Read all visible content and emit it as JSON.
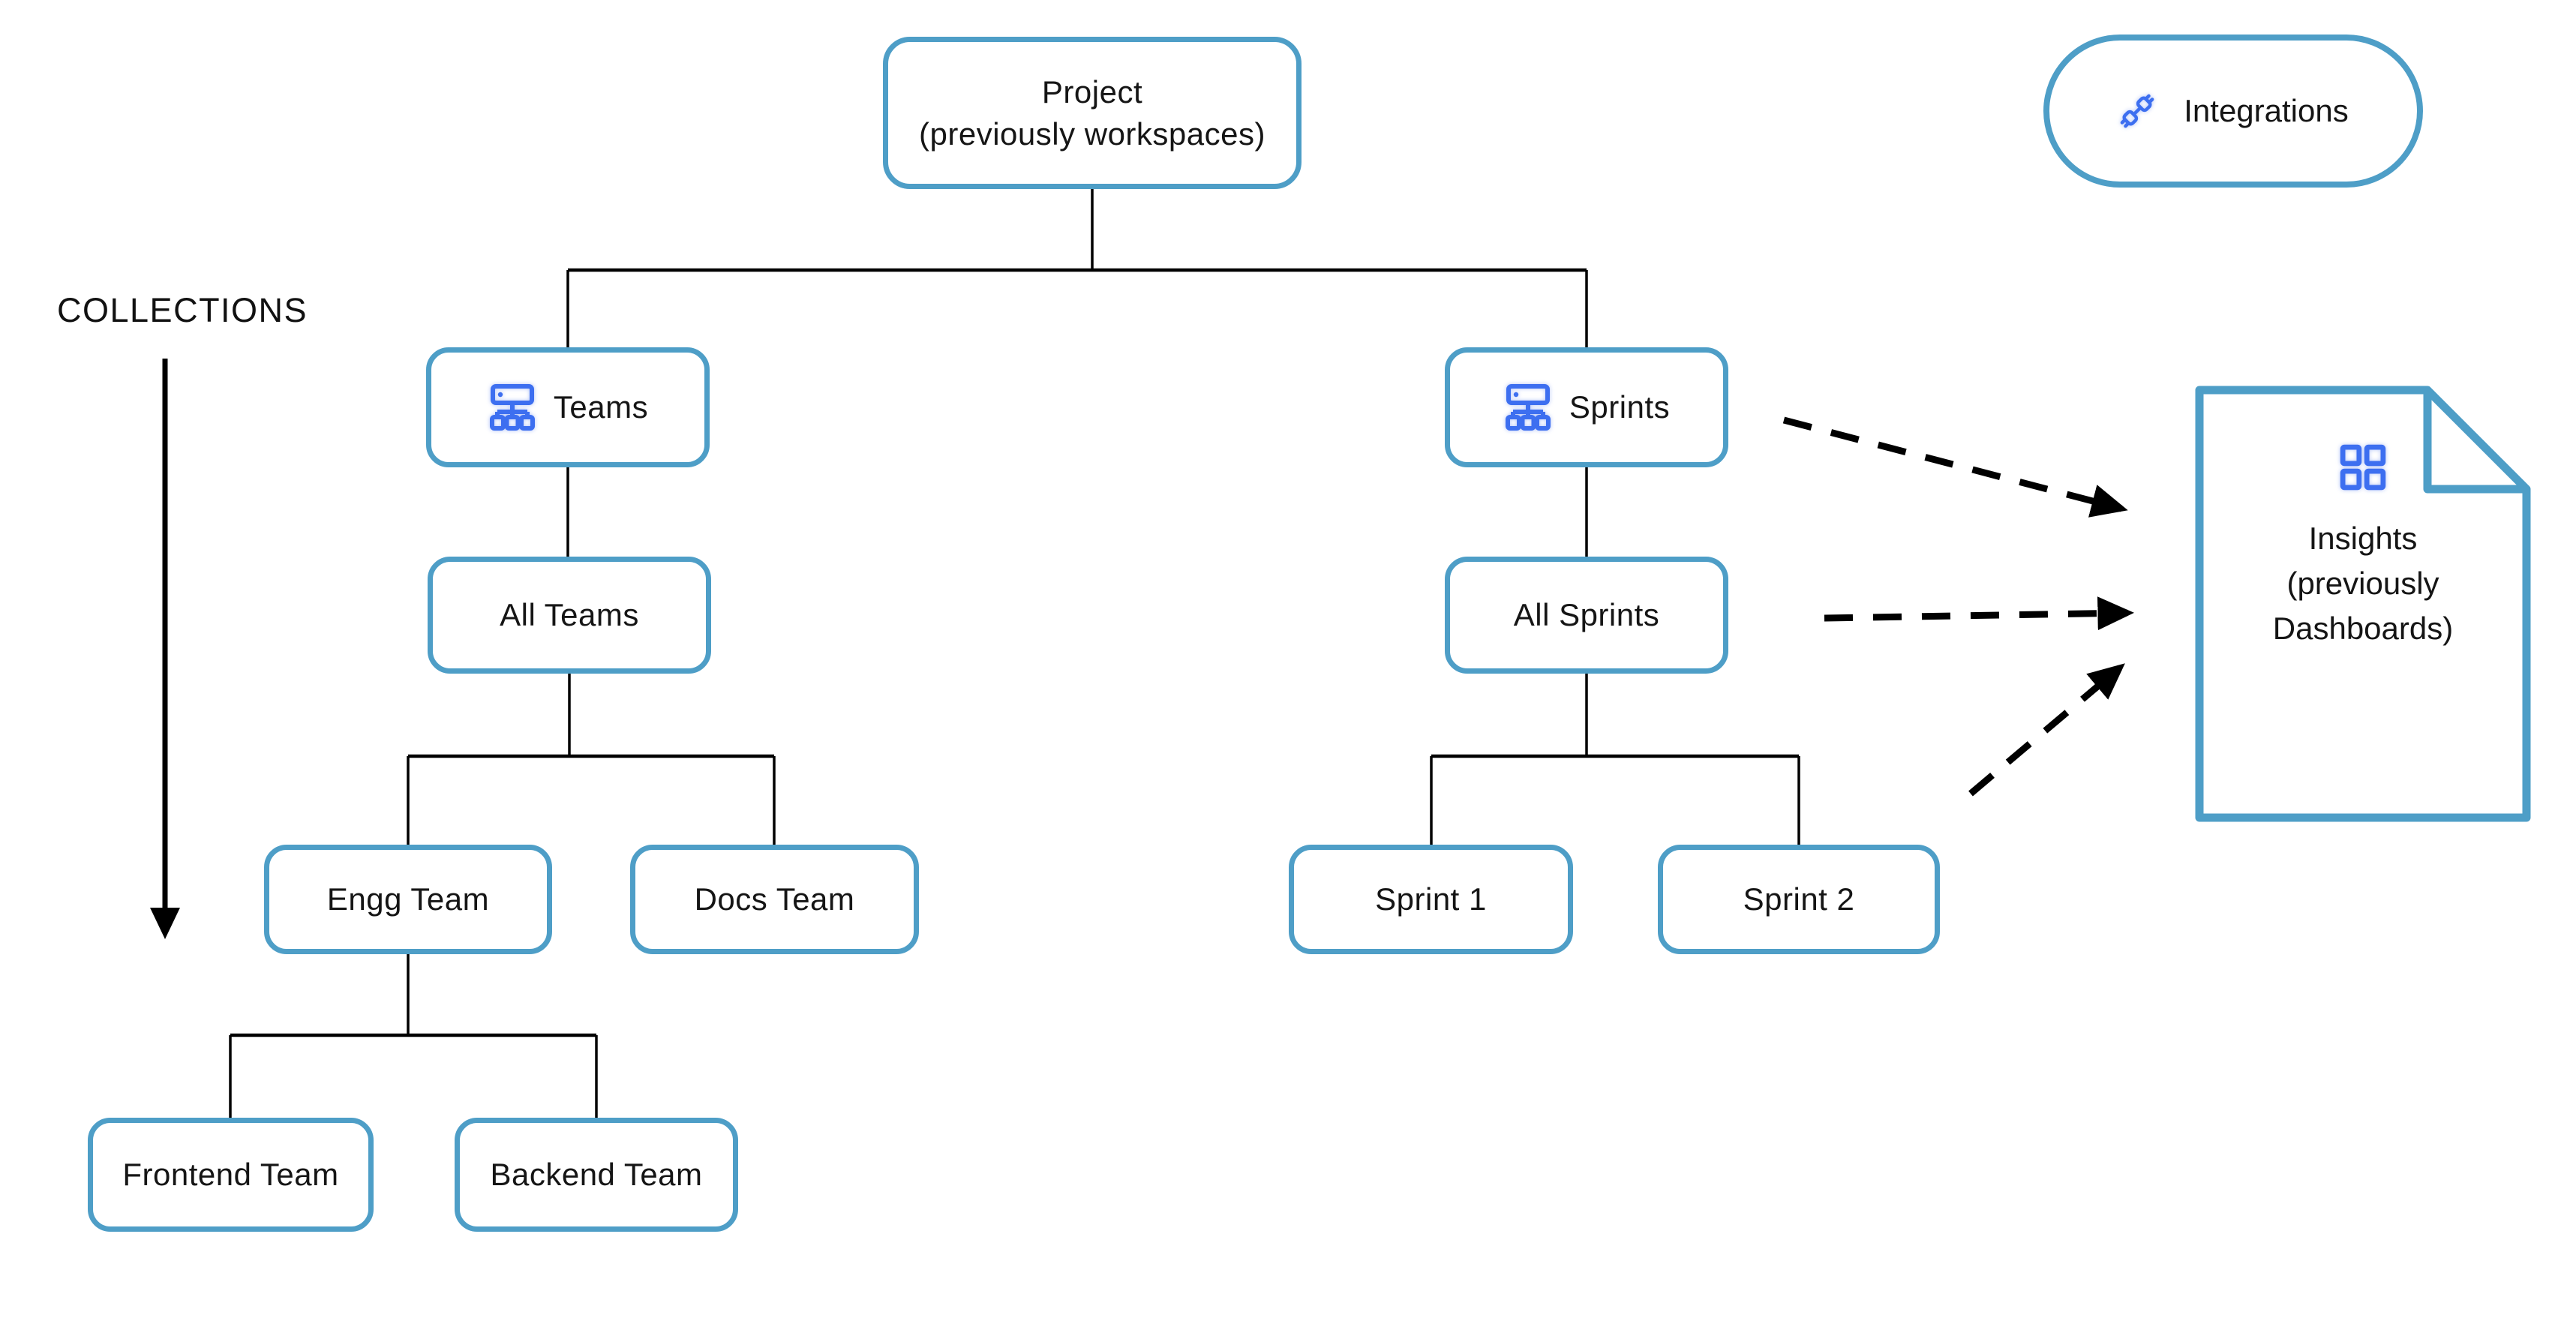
{
  "diagram": {
    "collections_label": "COLLECTIONS",
    "nodes": {
      "project": {
        "line1": "Project",
        "line2": "(previously workspaces)"
      },
      "teams": {
        "label": "Teams"
      },
      "sprints": {
        "label": "Sprints"
      },
      "all_teams": {
        "label": "All Teams"
      },
      "all_sprints": {
        "label": "All Sprints"
      },
      "engg_team": {
        "label": "Engg Team"
      },
      "docs_team": {
        "label": "Docs Team"
      },
      "sprint_1": {
        "label": "Sprint 1"
      },
      "sprint_2": {
        "label": "Sprint 2"
      },
      "frontend_team": {
        "label": "Frontend Team"
      },
      "backend_team": {
        "label": "Backend Team"
      }
    },
    "integrations": {
      "label": "Integrations"
    },
    "insights": {
      "line1": "Insights",
      "line2": "(previously",
      "line3": "Dashboards)"
    },
    "icons": {
      "teams": "sitemap-icon",
      "sprints": "sitemap-icon",
      "integrations": "plug-connection-icon",
      "insights": "dashboard-grid-icon"
    },
    "colors": {
      "node_border": "#4E9EC7",
      "icon_blue": "#3D6FF0",
      "text": "#111111",
      "connector": "#000000",
      "background": "#FFFFFF"
    }
  }
}
